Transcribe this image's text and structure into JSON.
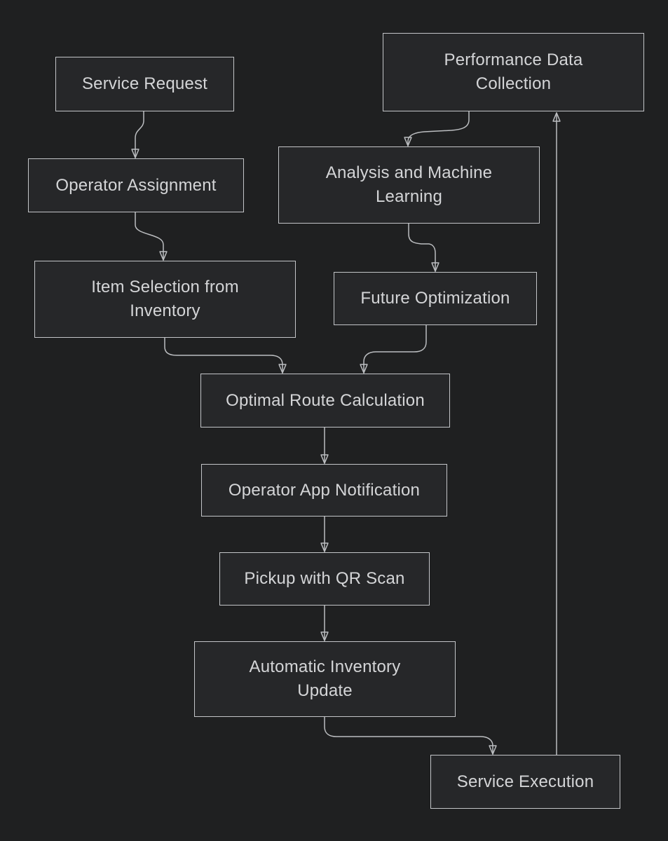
{
  "diagram": {
    "type": "flowchart",
    "direction": "top-down",
    "theme": "dark",
    "colors": {
      "background": "#1f2021",
      "node_fill": "#262729",
      "node_border": "#c3c5c8",
      "node_text": "#d4d5d7",
      "edge_stroke": "#bcbec1"
    },
    "nodes": [
      {
        "id": "service-request",
        "label": "Service Request"
      },
      {
        "id": "operator-assignment",
        "label": "Operator Assignment"
      },
      {
        "id": "item-selection",
        "label": "Item Selection from\nInventory"
      },
      {
        "id": "performance-data",
        "label": "Performance Data\nCollection"
      },
      {
        "id": "analysis-ml",
        "label": "Analysis and Machine\nLearning"
      },
      {
        "id": "future-optimization",
        "label": "Future Optimization"
      },
      {
        "id": "optimal-route",
        "label": "Optimal Route Calculation"
      },
      {
        "id": "operator-app",
        "label": "Operator App Notification"
      },
      {
        "id": "pickup-qr",
        "label": "Pickup with QR Scan"
      },
      {
        "id": "auto-inventory",
        "label": "Automatic Inventory\nUpdate"
      },
      {
        "id": "service-execution",
        "label": "Service Execution"
      }
    ],
    "edges": [
      {
        "from": "Service Request",
        "to": "Operator Assignment"
      },
      {
        "from": "Operator Assignment",
        "to": "Item Selection from Inventory"
      },
      {
        "from": "Performance Data Collection",
        "to": "Analysis and Machine Learning"
      },
      {
        "from": "Analysis and Machine Learning",
        "to": "Future Optimization"
      },
      {
        "from": "Item Selection from Inventory",
        "to": "Optimal Route Calculation"
      },
      {
        "from": "Future Optimization",
        "to": "Optimal Route Calculation"
      },
      {
        "from": "Optimal Route Calculation",
        "to": "Operator App Notification"
      },
      {
        "from": "Operator App Notification",
        "to": "Pickup with QR Scan"
      },
      {
        "from": "Pickup with QR Scan",
        "to": "Automatic Inventory Update"
      },
      {
        "from": "Automatic Inventory Update",
        "to": "Service Execution"
      },
      {
        "from": "Service Execution",
        "to": "Performance Data Collection"
      }
    ]
  }
}
